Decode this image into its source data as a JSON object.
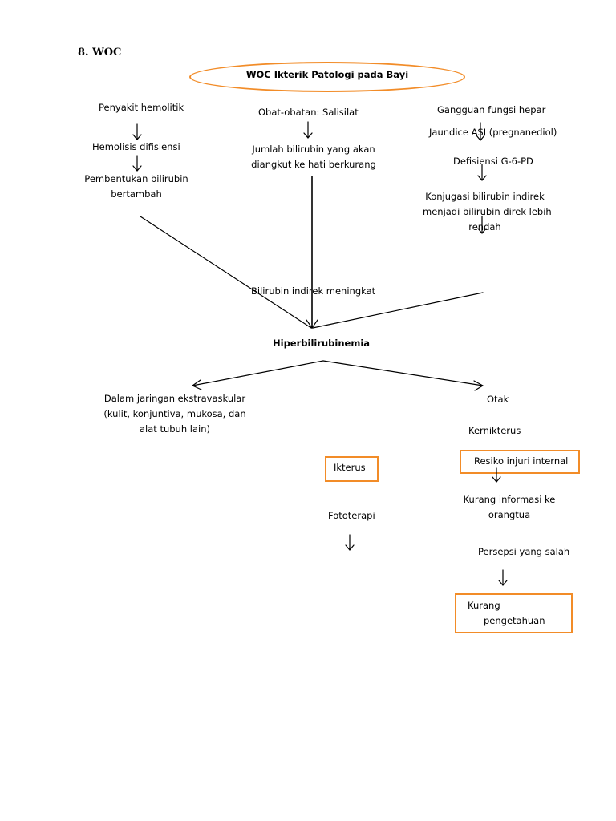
{
  "section_heading": "8. WOC",
  "title": "WOC Ikterik Patologi pada Bayi",
  "left_col": {
    "cause": "Penyakit hemolitik",
    "step1": "Hemolisis difisiensi",
    "step2_line1": "Pembentukan bilirubin",
    "step2_line2": "bertambah"
  },
  "mid_col": {
    "cause": "Obat-obatan: Salisilat",
    "step1_line1": "Jumlah bilirubin yang akan",
    "step1_line2": "diangkut ke hati berkurang"
  },
  "right_col": {
    "cause": "Gangguan fungsi hepar",
    "step1": "Jaundice ASI (pregnanediol)",
    "step2": "Defisiensi G-6-PD",
    "step3_line1": "Konjugasi bilirubin indirek",
    "step3_line2": "menjadi bilirubin direk lebih",
    "step3_line3": "rendah"
  },
  "center": {
    "convergence": "Bilirubin indirek meningkat",
    "core": "Hiperbilirubinemia"
  },
  "left_branch": {
    "line1": "Dalam jaringan ekstravaskular",
    "line2": "(kulit, konjuntiva, mukosa, dan",
    "line3": "alat tubuh lain)",
    "diagnosis": "Ikterus",
    "intervention": "Fototerapi"
  },
  "right_branch": {
    "organ": "Otak",
    "condition": "Kernikterus",
    "diagnosis1": "Resiko injuri internal",
    "step1_line1": "Kurang informasi ke",
    "step1_line2": "orangtua",
    "step2": "Persepsi yang salah",
    "diagnosis2_line1": "Kurang",
    "diagnosis2_line2": "pengetahuan"
  },
  "colors": {
    "accent_orange": "#f28c28",
    "line": "#000000"
  }
}
